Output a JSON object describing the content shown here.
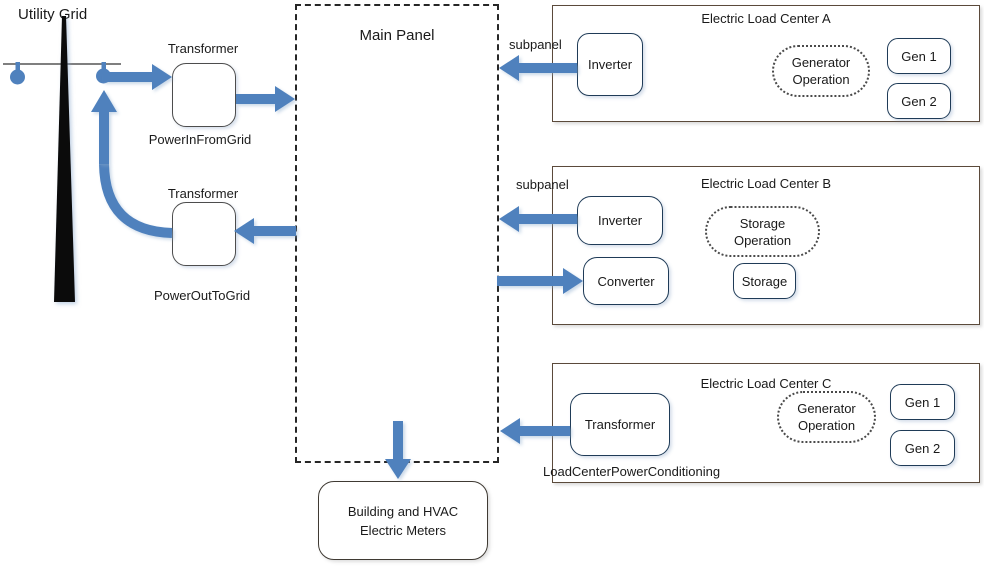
{
  "colors": {
    "arrow_blue": "#4f81bd",
    "navy_border": "#1f3b57",
    "lc_border": "#5b4a3b",
    "gray_border": "#4d4d4d",
    "pole_black": "#0b0b0b",
    "crossarm_gray": "#7f7f7f",
    "text_color": "#1a1a1a"
  },
  "grid": {
    "label": "Utility Grid"
  },
  "transformers": {
    "power_in": {
      "name": "Transformer",
      "caption": "PowerInFromGrid"
    },
    "power_out": {
      "name": "Transformer",
      "caption": "PowerOutToGrid"
    }
  },
  "main_panel": {
    "label": "Main Panel"
  },
  "meters": {
    "line1": "Building and HVAC",
    "line2": "Electric Meters"
  },
  "load_centers": {
    "a": {
      "title": "Electric Load Center A",
      "subpanel": "subpanel",
      "inverter": "Inverter",
      "operation_line1": "Generator",
      "operation_line2": "Operation",
      "gen1": "Gen 1",
      "gen2": "Gen 2"
    },
    "b": {
      "title": "Electric Load Center B",
      "subpanel": "subpanel",
      "inverter": "Inverter",
      "converter": "Converter",
      "operation_line1": "Storage",
      "operation_line2": "Operation",
      "storage": "Storage"
    },
    "c": {
      "title": "Electric Load Center C",
      "transformer": "Transformer",
      "operation_line1": "Generator",
      "operation_line2": "Operation",
      "gen1": "Gen 1",
      "gen2": "Gen 2",
      "caption": "LoadCenterPowerConditioning"
    }
  }
}
